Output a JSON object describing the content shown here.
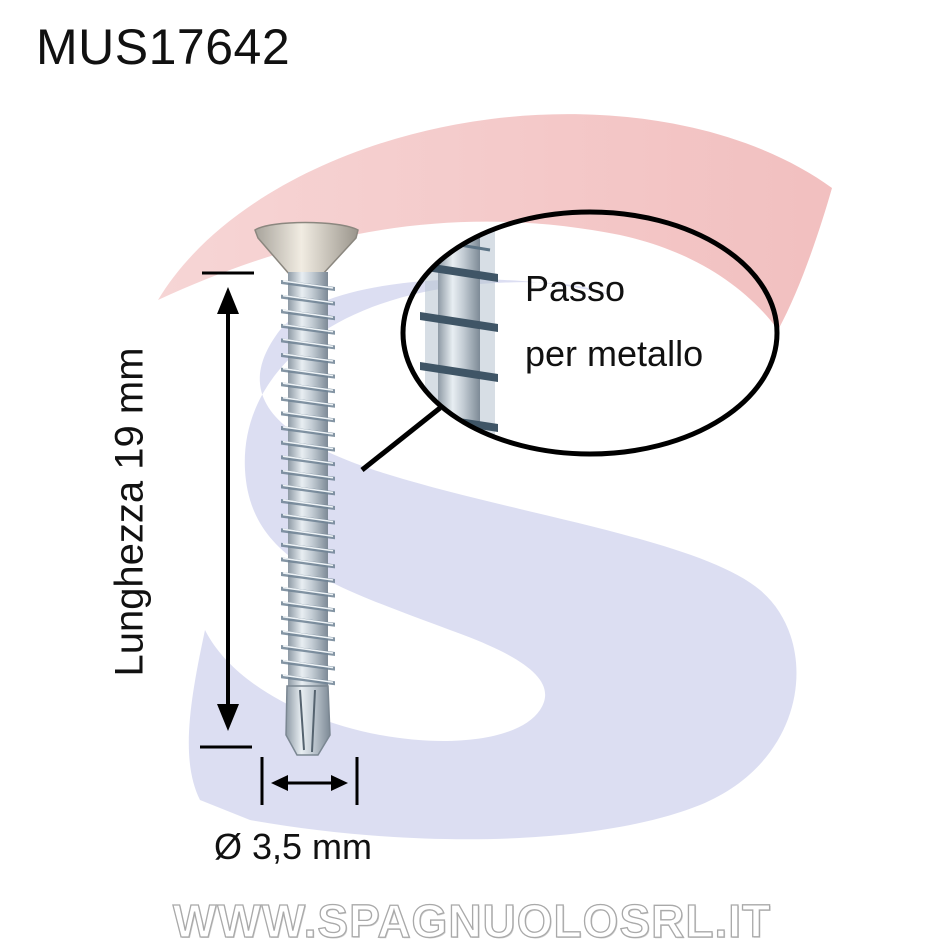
{
  "product": {
    "code": "MUS17642"
  },
  "dimensions": {
    "length_label": "Lunghezza 19 mm",
    "diameter_label": "Ø 3,5 mm"
  },
  "callout": {
    "line1": "Passo",
    "line2": "per metallo"
  },
  "watermark": {
    "website": "WWW.SPAGNUOLOSRL.IT",
    "logo_letter": "S"
  },
  "colors": {
    "logo_red": "#f3c6c6",
    "logo_blue": "#d9dcf1",
    "screw_metal": "#c9d3db",
    "dimension_lines": "#000000"
  }
}
